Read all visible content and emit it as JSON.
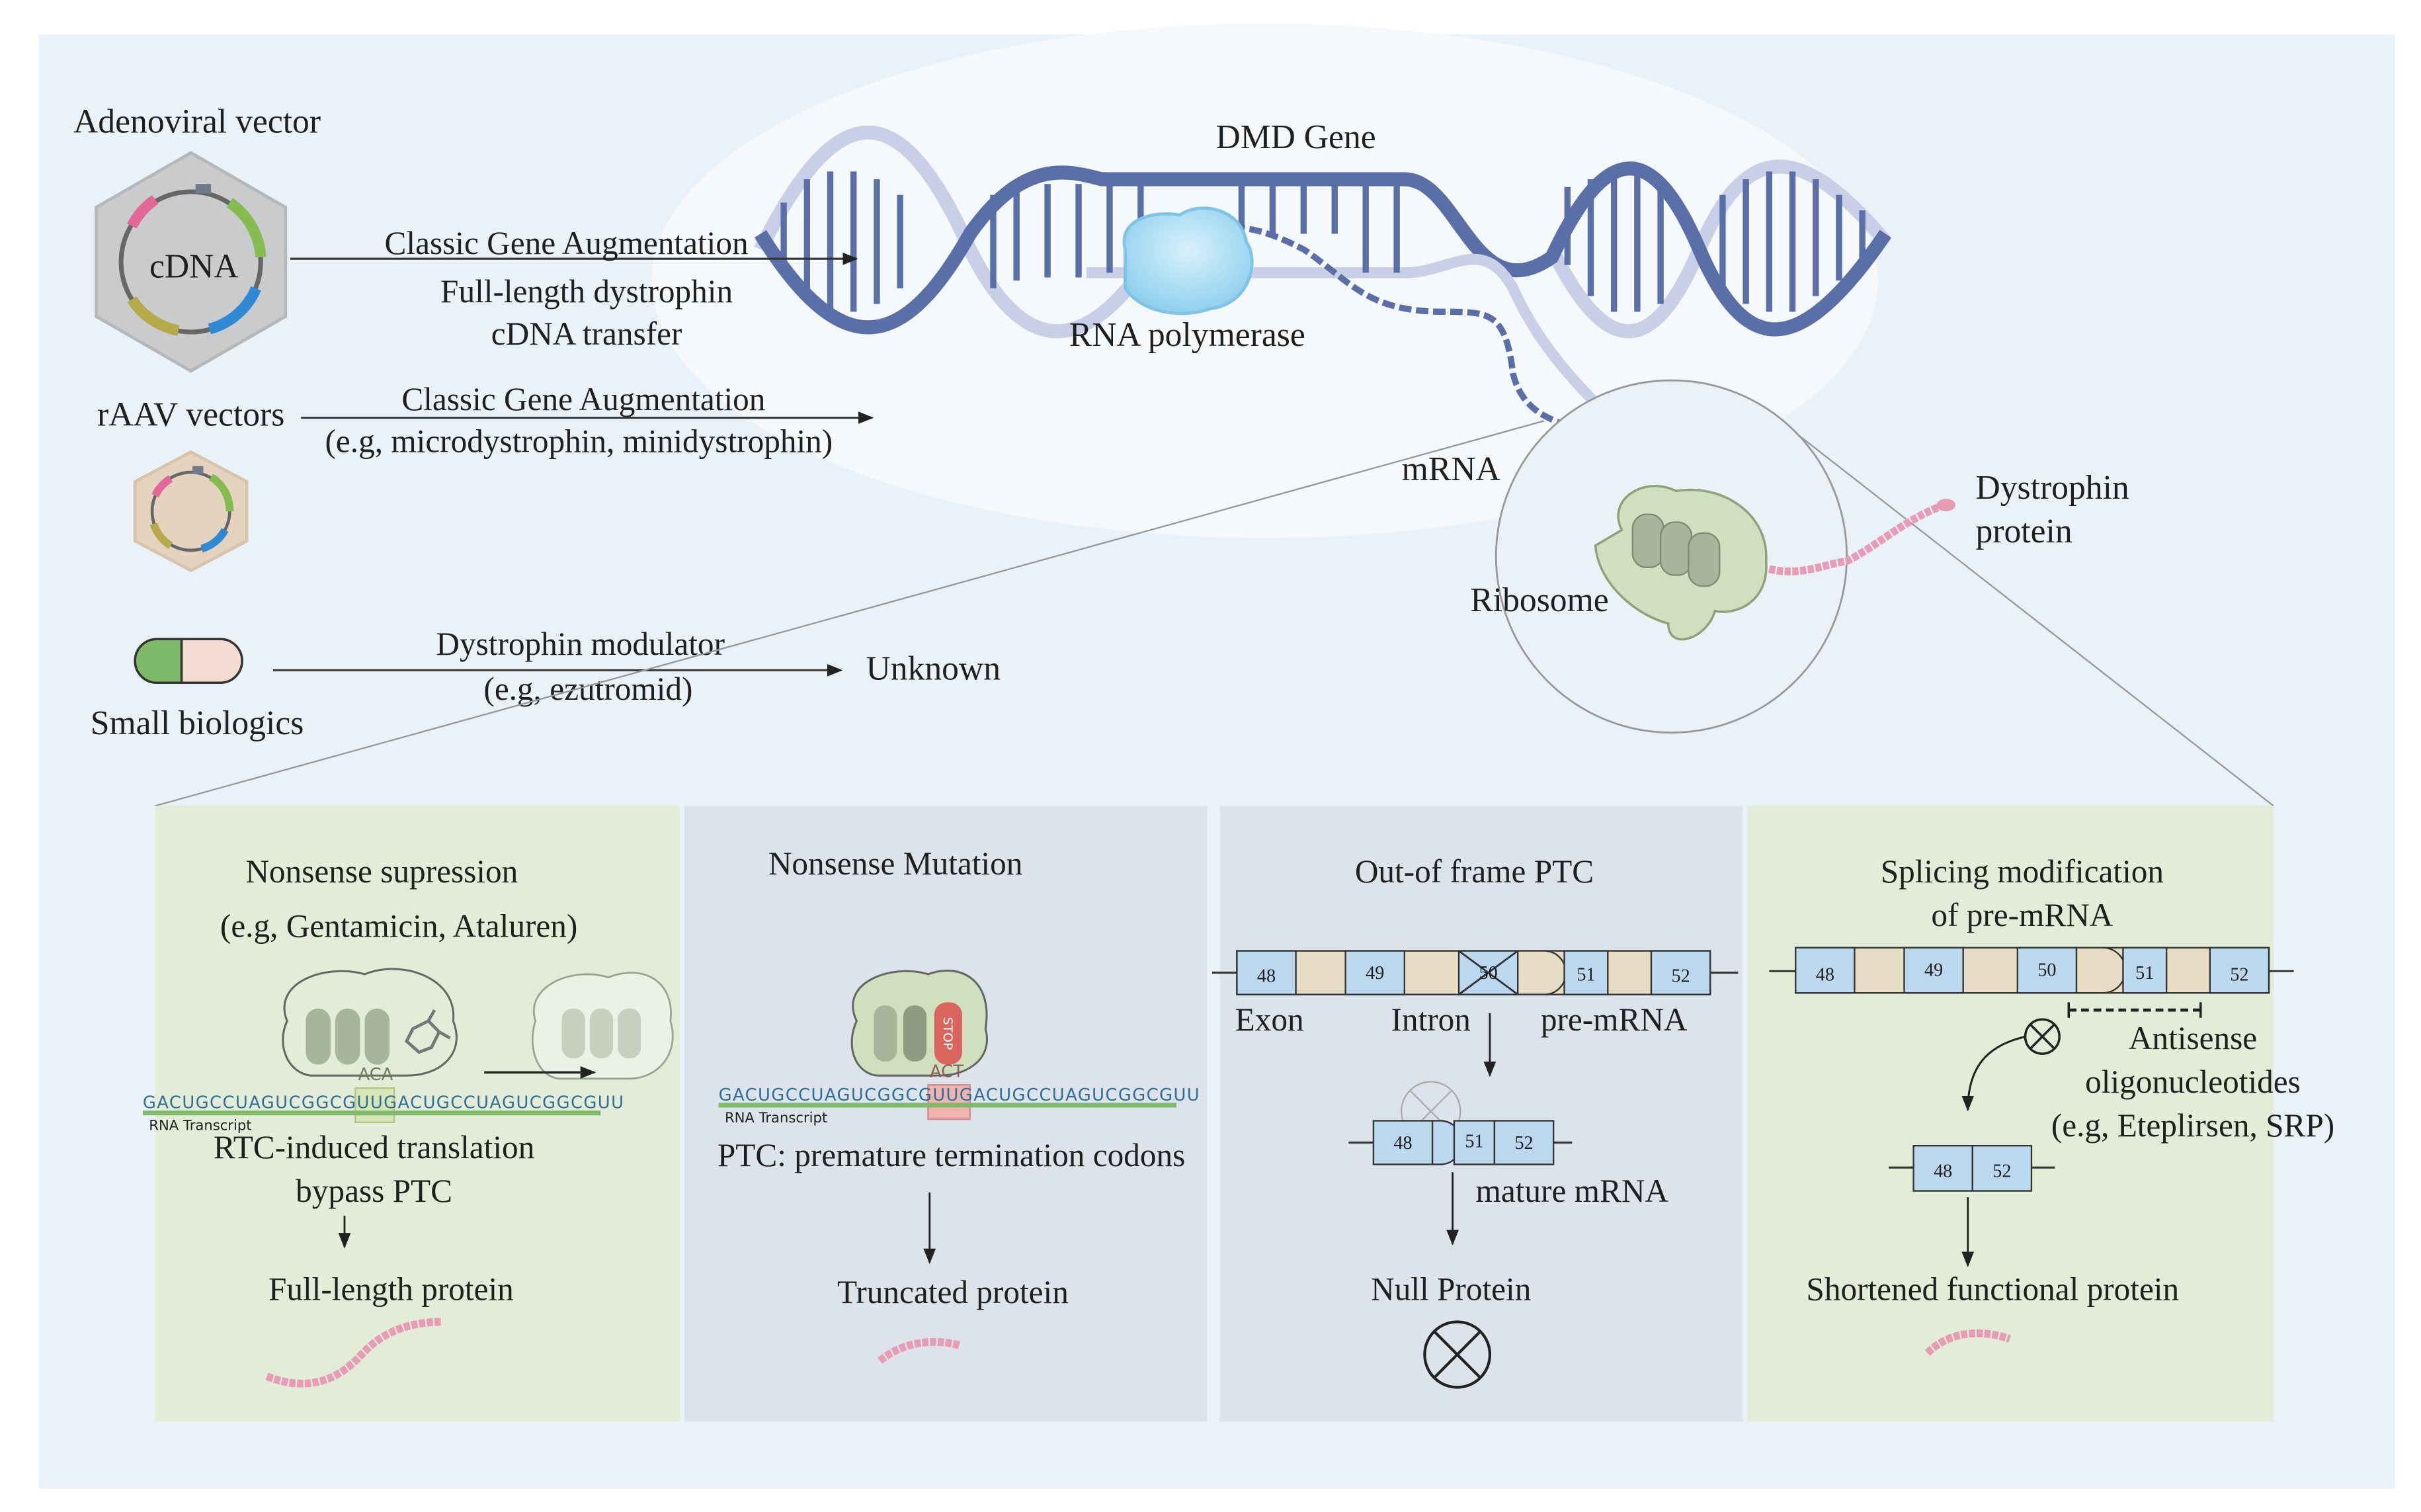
{
  "colors": {
    "background": "#eaf3f9",
    "dna_dark": "#5a6fa8",
    "dna_light": "#b9c3e0",
    "panel_green": "#e2ecd7",
    "panel_gray": "#dde3ea",
    "exon_blue": "#bcd8ee",
    "intron_beige": "#e6dcc4",
    "ribosome_green": "#cfe0bf",
    "protein_pink": "#e79bb4",
    "stop_red": "#d9655e"
  },
  "top": {
    "adenoviral": {
      "title": "Adenoviral vector",
      "core_label": "cDNA",
      "arrow_text_1": "Classic Gene Augmentation",
      "arrow_text_2": "Full-length dystrophin",
      "arrow_text_3": "cDNA transfer"
    },
    "raav": {
      "title": "rAAV vectors",
      "arrow_text_1": "Classic Gene Augmentation",
      "arrow_text_2": "(e.g, microdystrophin, minidystrophin)"
    },
    "small": {
      "title": "Small biologics",
      "arrow_text_1": "Dystrophin modulator",
      "arrow_text_2": "(e.g, ezutromid)",
      "result": "Unknown"
    },
    "gene_label": "DMD Gene",
    "polymerase_label": "RNA polymerase",
    "mrna_label": "mRNA",
    "ribosome_label": "Ribosome",
    "protein_label_1": "Dystrophin",
    "protein_label_2": "protein"
  },
  "panels": {
    "p1": {
      "title_1": "Nonsense supression",
      "title_2": "(e.g, Gentamicin, Ataluren)",
      "codon": "ACA",
      "sequence": "GACUGCCUAGUCGGCGUUGACUGCCUAGUCGGCGUU",
      "transcript_label": "RNA Transcript",
      "caption_1": "RTC-induced translation",
      "caption_2": "bypass PTC",
      "result": "Full-length protein"
    },
    "p2": {
      "title": "Nonsense Mutation",
      "codon": "ACT",
      "stop": "STOP",
      "sequence": "GACUGCCUAGUCGGCGUUGACUGCCUAGUCGGCGUU",
      "transcript_label": "RNA Transcript",
      "caption": "PTC: premature termination codons",
      "result": "Truncated protein"
    },
    "p3": {
      "title": "Out-of frame PTC",
      "exons": [
        "48",
        "49",
        "50",
        "51",
        "52"
      ],
      "exon_label": "Exon",
      "intron_label": "Intron",
      "pre_label": "pre-mRNA",
      "mature_exons": [
        "48",
        "51",
        "52"
      ],
      "mature_label": "mature mRNA",
      "result": "Null Protein"
    },
    "p4": {
      "title_1": "Splicing modification",
      "title_2": "of pre-mRNA",
      "exons": [
        "48",
        "49",
        "50",
        "51",
        "52"
      ],
      "aso_1": "Antisense",
      "aso_2": "oligonucleotides",
      "aso_3": "(e.g, Eteplirsen, SRP)",
      "mature_exons": [
        "48",
        "52"
      ],
      "result": "Shortened functional protein"
    }
  }
}
